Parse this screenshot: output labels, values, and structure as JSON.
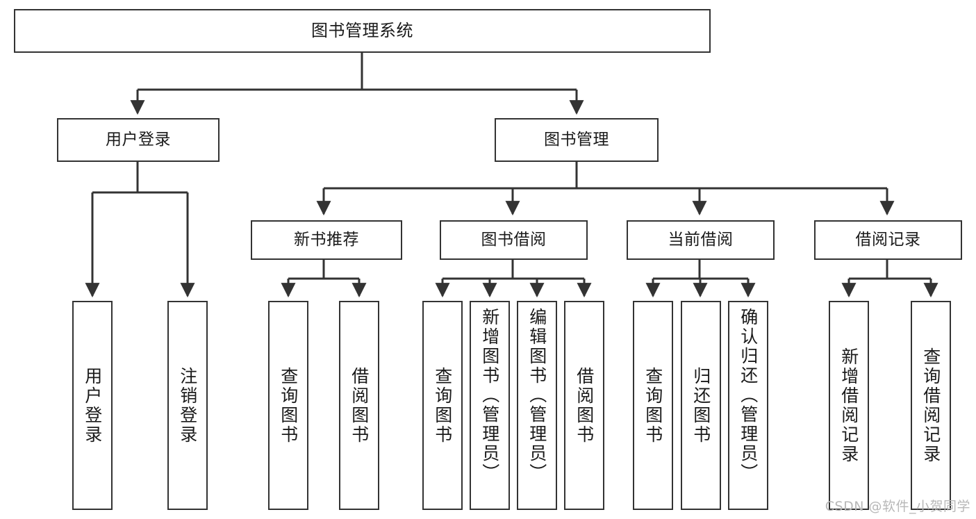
{
  "diagram": {
    "title": "图书管理系统",
    "watermark": "CSDN @软件_小贺同学",
    "edge_color": "#333333",
    "box_border_color": "#333333",
    "background_color": "#ffffff",
    "text_color": "#1a1a1a",
    "root": {
      "label": "图书管理系统"
    },
    "level2": [
      {
        "label": "用户登录"
      },
      {
        "label": "图书管理"
      }
    ],
    "level3": [
      {
        "label": "新书推荐"
      },
      {
        "label": "图书借阅"
      },
      {
        "label": "当前借阅"
      },
      {
        "label": "借阅记录"
      }
    ],
    "leaves": {
      "user_login": [
        {
          "label": "用户登录"
        },
        {
          "label": "注销登录"
        }
      ],
      "new_book": [
        {
          "label": "查询图书"
        },
        {
          "label": "借阅图书"
        }
      ],
      "borrow_book": [
        {
          "label": "查询图书"
        },
        {
          "label": "新增图书（管理员）"
        },
        {
          "label": "编辑图书（管理员）"
        },
        {
          "label": "借阅图书"
        }
      ],
      "current_borrow": [
        {
          "label": "查询图书"
        },
        {
          "label": "归还图书"
        },
        {
          "label": "确认归还（管理员）"
        }
      ],
      "borrow_record": [
        {
          "label": "新增借阅记录"
        },
        {
          "label": "查询借阅记录"
        }
      ]
    }
  }
}
